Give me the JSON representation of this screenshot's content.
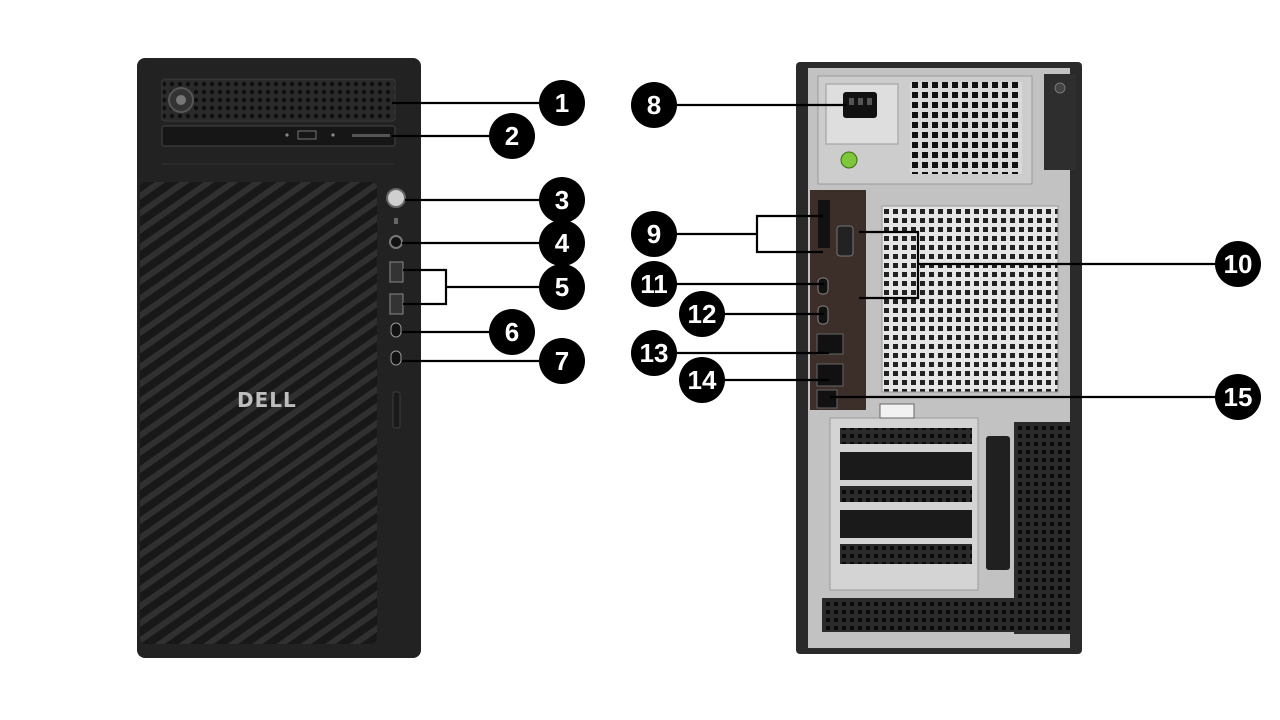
{
  "brand": {
    "logo_text": "DELL"
  },
  "colors": {
    "callout_fill": "#000000",
    "callout_text": "#ffffff",
    "chassis_front": "#1f1f1f",
    "chassis_back": "#bfbfbf"
  },
  "callouts": [
    {
      "id": 1,
      "label": "1"
    },
    {
      "id": 2,
      "label": "2"
    },
    {
      "id": 3,
      "label": "3"
    },
    {
      "id": 4,
      "label": "4"
    },
    {
      "id": 5,
      "label": "5"
    },
    {
      "id": 6,
      "label": "6"
    },
    {
      "id": 7,
      "label": "7"
    },
    {
      "id": 8,
      "label": "8"
    },
    {
      "id": 9,
      "label": "9"
    },
    {
      "id": 10,
      "label": "10"
    },
    {
      "id": 11,
      "label": "11"
    },
    {
      "id": 12,
      "label": "12"
    },
    {
      "id": 13,
      "label": "13"
    },
    {
      "id": 14,
      "label": "14"
    },
    {
      "id": 15,
      "label": "15"
    }
  ]
}
